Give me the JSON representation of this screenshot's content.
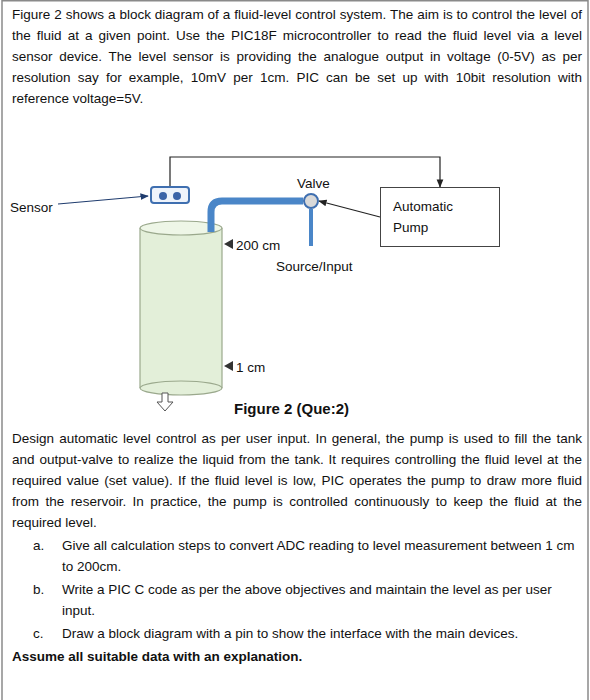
{
  "diagram": {
    "caption": "Figure 2 (Que:2)",
    "nodes": [
      {
        "text": [
          "Sensor"
        ]
      },
      {
        "text": [
          "Valve"
        ]
      },
      {
        "text": [
          "Automatic Pump"
        ]
      }
    ],
    "edges": [
      {
        "from": 0,
        "to": 2,
        "arrow": "to"
      },
      {
        "from": 2,
        "to": 1,
        "arrow": "to"
      }
    ],
    "labels": [
      "Figure 2 shows a block diagram of a fluid-level control system. The aim is to control the level of the fluid at a given point. Use the PIC18F microcontroller to read the fluid level via a level sensor device. The level sensor is providing the analogue output in voltage (0-5V) as per resolution say for example, 10mV per 1cm. PIC can be set up with 10bit resolution with reference voltage=5V.",
      "200 cm",
      "1 cm",
      "Source/Input",
      "Design automatic level control as per user input. In general, the pump is used to fill the tank and output-valve to realize the liquid from the tank. It requires controlling the fluid level at the required value (set value). If the fluid level is low, PIC operates the pump to draw more fluid from the reservoir. In practice, the pump is controlled continuously to keep the fluid at the required level.",
      "a.",
      "Give all calculation steps to convert ADC reading to level measurement between 1 cm to 200cm.",
      "b.",
      "Write a PIC C code as per the above objectives and maintain the level as per user input.",
      "c.",
      "Draw a block diagram with a pin to show the interface with the main devices.",
      "Assume all suitable data with an explanation."
    ]
  }
}
